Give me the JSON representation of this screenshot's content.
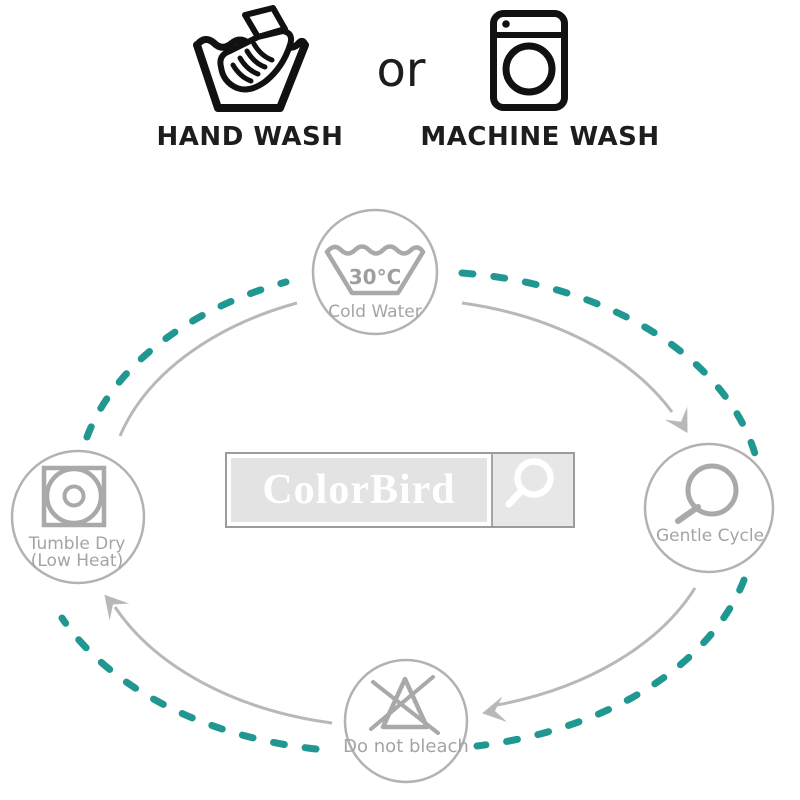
{
  "header": {
    "hand_wash_label": "HAND WASH",
    "or_label": "or",
    "machine_wash_label": "MACHINE WASH"
  },
  "cycle": {
    "cold_water": {
      "temperature": "30°C",
      "label": "Cold Water"
    },
    "gentle_cycle": {
      "label": "Gentle Cycle"
    },
    "do_not_bleach": {
      "label": "Do not bleach"
    },
    "tumble_dry": {
      "label_line1": "Tumble Dry",
      "label_line2": "(Low Heat)"
    }
  },
  "watermark": {
    "brand": "ColorBird",
    "icon": "search-icon"
  },
  "colors": {
    "accent_teal": "#219791",
    "arc_gray": "#b8b8b8",
    "circle_gray": "#b2b2b2",
    "icon_gray": "#a9a9a9",
    "label_gray": "#a4a4a4",
    "black": "#1d1d1d",
    "watermark_bg": "#e3e3e3",
    "watermark_border": "#9c9c9c"
  }
}
